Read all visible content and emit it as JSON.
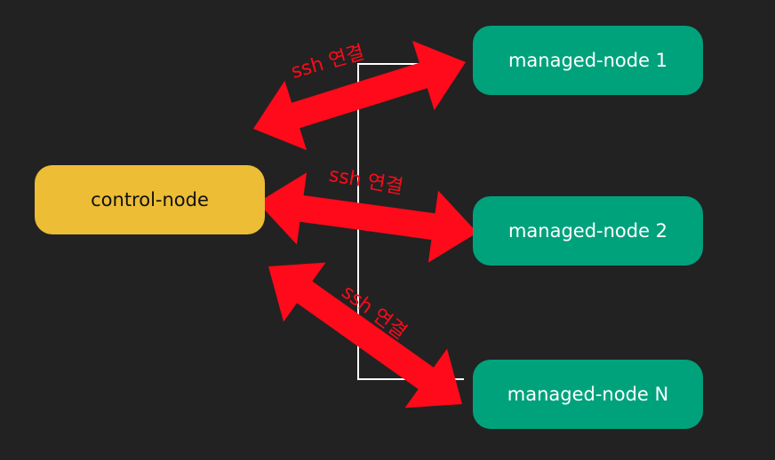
{
  "colors": {
    "background": "#222222",
    "control_node": "#ECBD35",
    "managed_node": "#00A27C",
    "arrow": "#FF0A1A",
    "connector": "#FFFFFF"
  },
  "control_node": {
    "label": "control-node"
  },
  "managed_nodes": [
    {
      "label": "managed-node 1"
    },
    {
      "label": "managed-node 2"
    },
    {
      "label": "managed-node N"
    }
  ],
  "connections": [
    {
      "label": "ssh 연결",
      "bidirectional": true
    },
    {
      "label": "ssh 연결",
      "bidirectional": true
    },
    {
      "label": "ssh 연결",
      "bidirectional": true
    }
  ]
}
